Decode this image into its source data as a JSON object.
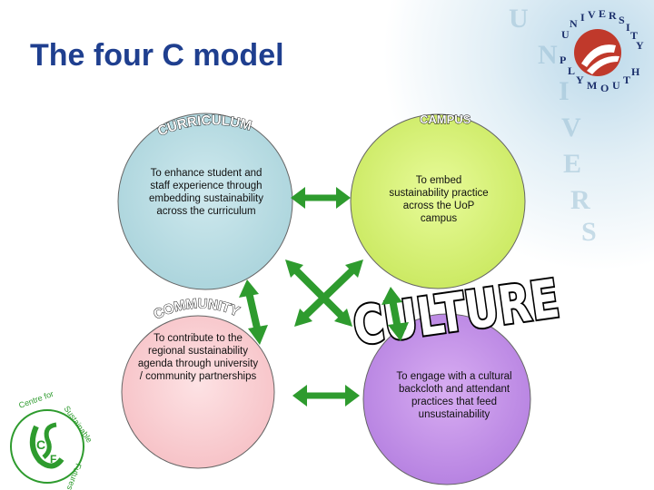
{
  "title": "The four C model",
  "logo_plymouth": {
    "text": "UNIVERSITY of PLYMOUTH",
    "watermark": "UNIVERSITY"
  },
  "logo_csf": {
    "initials": "CSF",
    "text": "Centre for Sustainable Futures"
  },
  "quadrants": {
    "curriculum": {
      "heading": "CURRICULUM",
      "text": "To enhance student and staff experience through embedding sustainability across the curriculum",
      "color": "#b9dde3"
    },
    "campus": {
      "heading": "CAMPUS",
      "text": "To embed sustainability practice across the UoP campus",
      "color": "#d8f07a"
    },
    "community": {
      "heading": "COMMUNITY",
      "text": "To contribute to the regional sustainability agenda through university / community partnerships",
      "color": "#fcd2d5"
    },
    "culture": {
      "heading": "CULTURE",
      "text": "To engage with a cultural backcloth and attendant practices that feed unsustainability",
      "color": "#c593e8"
    }
  },
  "arrow_color": "#2e9b2e"
}
